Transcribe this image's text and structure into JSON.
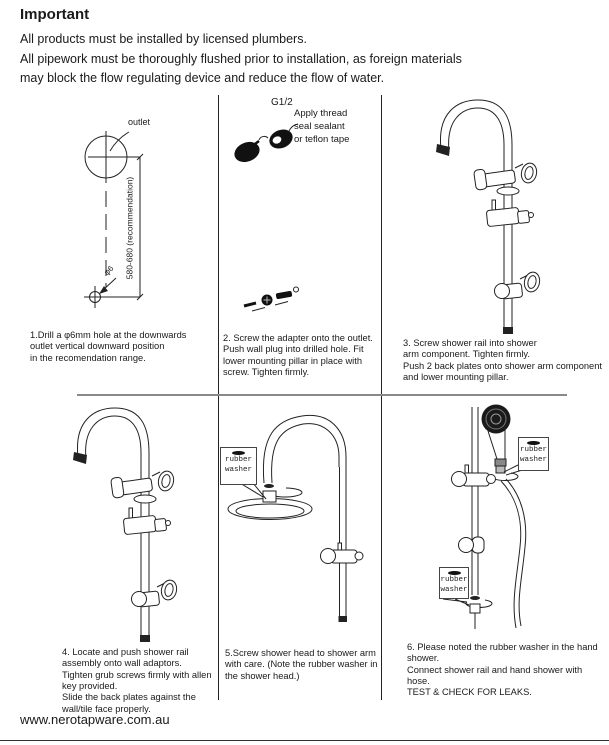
{
  "header": {
    "title": "Important",
    "paragraph1": "All products must be installed by licensed plumbers.",
    "paragraph2": "All pipework must be thoroughly flushed prior to installation, as foreign materials\nmay block the flow regulating device and reduce the flow of water."
  },
  "panels": [
    {
      "step": 1,
      "caption": "1.Drill a φ6mm hole at the downwards\noutlet vertical downward position\nin the recomendation range.",
      "labels": {
        "outlet": "outlet",
        "dimension": "580-680 (recommendation)",
        "hole_diameter": "φ6"
      }
    },
    {
      "step": 2,
      "caption": "2. Screw the adapter onto the outlet.\nPush wall plug into drilled hole. Fit\nlower mounting pillar in place with\nscrew. Tighten firmly.",
      "labels": {
        "thread_size": "G1/2",
        "sealant_note": "Apply thread\nseal sealant\nor teflon tape"
      }
    },
    {
      "step": 3,
      "caption": "3. Screw shower rail into shower\narm component. Tighten firmly.\nPush 2 back plates onto shower arm component\nand lower mounting pillar."
    },
    {
      "step": 4,
      "caption": "4. Locate and push shower rail\nassembly onto wall adaptors.\nTighten grub screws firmly with allen\nkey provided.\nSlide the back plates against the\nwall/tile face properly."
    },
    {
      "step": 5,
      "caption": "5.Screw shower head to shower arm\nwith care. (Note the rubber washer in\nthe shower head.)",
      "labels": {
        "washer": "rubber\nwasher"
      }
    },
    {
      "step": 6,
      "caption": "6. Please noted the rubber washer in the hand\nshower.\nConnect shower rail and hand shower with hose.\nTEST & CHECK FOR LEAKS.",
      "labels": {
        "washer": "rubber\nwasher"
      }
    }
  ],
  "footer": {
    "website": "www.nerotapware.com.au"
  },
  "colors": {
    "divider_gray": "#898989",
    "line_black": "#222222"
  }
}
